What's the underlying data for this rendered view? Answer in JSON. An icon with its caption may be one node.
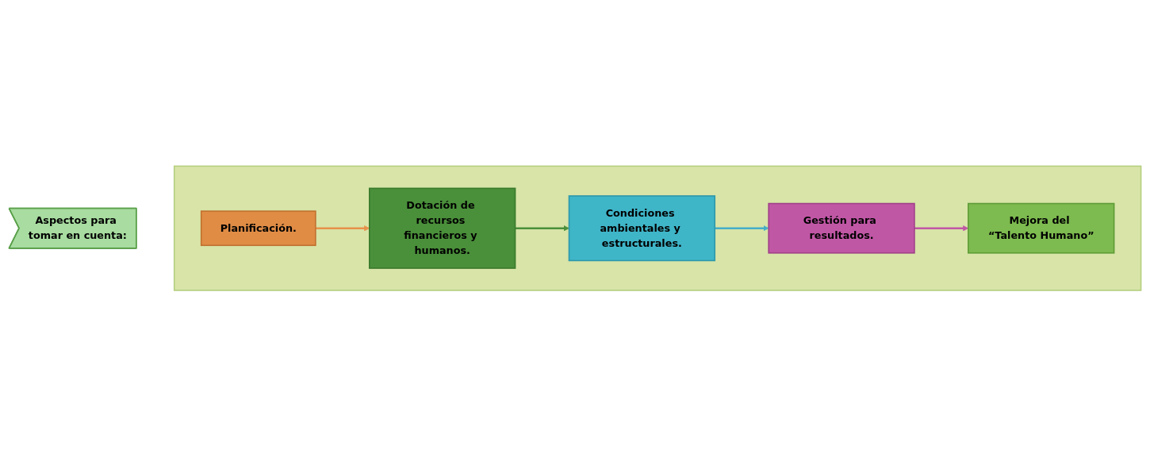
{
  "diagram": {
    "nodes": [
      {
        "text": [
          "Aspectos para tomar en cuenta:"
        ]
      },
      {
        "text": [],
        "shape": "box"
      },
      {
        "text": [
          "Planificación."
        ],
        "in": 1
      },
      {
        "text": [
          "Dotación de recursos financieros y humanos."
        ],
        "in": 1
      },
      {
        "text": [
          "Condiciones ambientales y estructurales."
        ],
        "in": 1
      },
      {
        "text": [
          "Mejora del “Talento Humano”"
        ],
        "in": 1
      },
      {
        "text": [
          "Gestión para resultados."
        ],
        "in": 1
      }
    ],
    "edges": [
      {
        "from": 2,
        "to": 3,
        "arrow": "to",
        "color": "#e8914a"
      },
      {
        "from": 3,
        "to": 4,
        "arrow": "to",
        "color": "#4a8f3a"
      },
      {
        "from": 4,
        "to": 6,
        "arrow": "to",
        "color": "#45aec8"
      },
      {
        "from": 6,
        "to": 5,
        "arrow": "to",
        "color": "#c057a5"
      }
    ]
  }
}
